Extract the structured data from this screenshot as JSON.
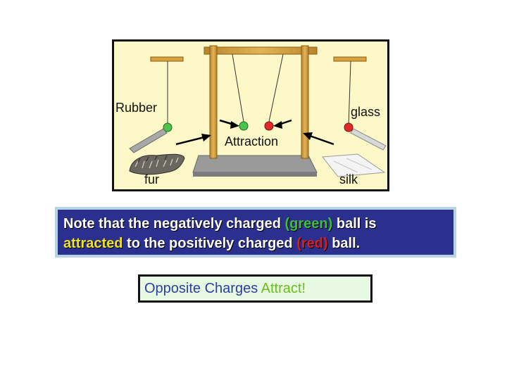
{
  "figure": {
    "labels": {
      "rubber": "Rubber",
      "glass": "glass",
      "attraction": "Attraction",
      "fur": "fur",
      "silk": "silk"
    },
    "colors": {
      "background": "#fdf8c8",
      "wood": "#d7a341",
      "base": "#9a9a9a",
      "green_ball": "#4cc44c",
      "red_ball": "#e02a2a"
    }
  },
  "note": {
    "part1": "Note that the negatively charged ",
    "green": "(green)",
    "part2": " ball is ",
    "attracted": "attracted",
    "part3": " to the positively charged ",
    "red": "(red)",
    "part4": " ball.",
    "colors": {
      "background": "#2b2f8e",
      "border": "#b7d3e6"
    }
  },
  "callout": {
    "part1": "Opposite Charges ",
    "part2": "Attract!"
  }
}
